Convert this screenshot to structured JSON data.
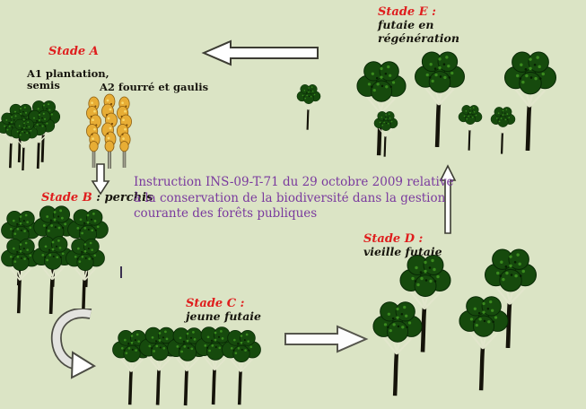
{
  "diagram": {
    "description_colors": {
      "background": "#dbe4c5",
      "stage_label_red": "#df1d1d",
      "body_text_black": "#17150e",
      "instruction_purple": "#7a3a9e",
      "arrow_fill": "#ffffff",
      "arrow_outline": "#3c3c33",
      "tree_green_dark": "#164a0d",
      "tree_green_light": "#3a8a1e",
      "poplar_yellow": "#e7ad35"
    },
    "stages": {
      "a": {
        "label": "Stade A",
        "a1_line1": "A1 plantation,",
        "a1_line2": "semis",
        "a2_label": "A2 fourré et gaulis",
        "a1_tree_count": 5,
        "a2_tree_count": 3
      },
      "b": {
        "label": "Stade B",
        "descriptor": " : perchis",
        "tree_count": 6
      },
      "c": {
        "label": "Stade C :",
        "descriptor": "jeune futaie",
        "tree_count": 5
      },
      "d": {
        "label": "Stade D :",
        "descriptor": "vieille futaie",
        "tree_count": 4
      },
      "e": {
        "label": "Stade E :",
        "descriptor_line1": "futaie en",
        "descriptor_line2": "régénération",
        "tree_count": 7
      }
    },
    "instruction": {
      "line1": "Instruction INS-09-T-71 du 29 octobre 2009 relative",
      "line2": "à la conservation de la biodiversité dans la gestion",
      "line3": "courante des forêts publiques"
    },
    "icons": {
      "arrow_left": "left-block-arrow",
      "arrow_down": "down-block-arrow",
      "arrow_curved": "curved-down-right-arrow",
      "arrow_right": "right-block-arrow",
      "arrow_up": "up-block-arrow",
      "broadleaf_tree": "dark-green-tree",
      "poplar_tree": "golden-poplar-tree"
    }
  }
}
